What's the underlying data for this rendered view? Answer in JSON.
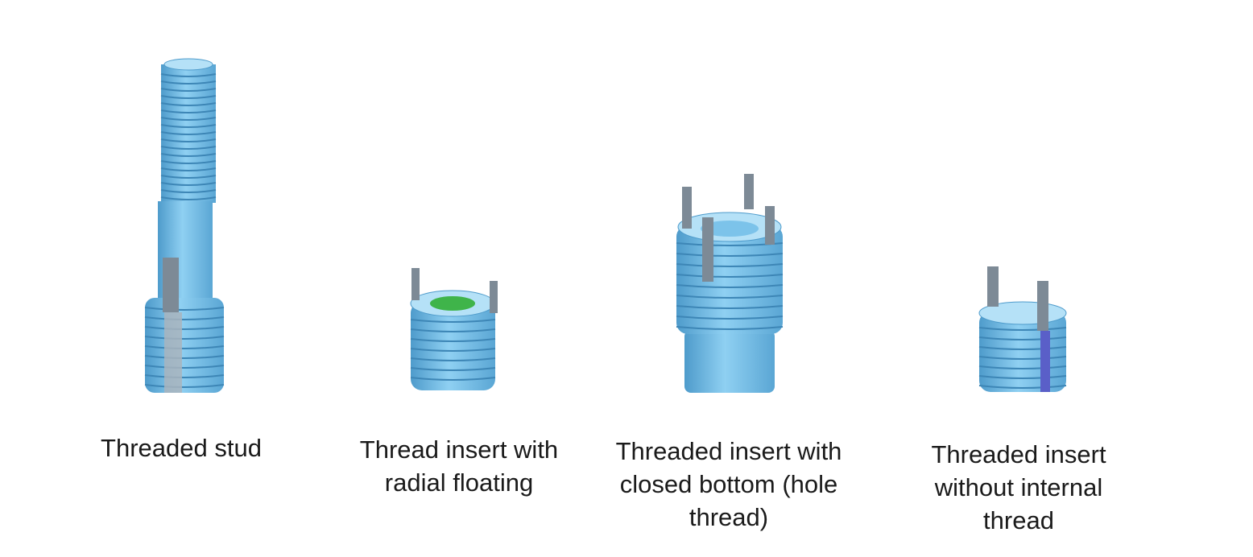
{
  "items": [
    {
      "caption": "Threaded stud",
      "icon": "threaded-stud-icon"
    },
    {
      "caption": "Thread insert with\nradial floating",
      "icon": "floating-thread-insert-icon"
    },
    {
      "caption": "Threaded insert with\nclosed bottom (hole\nthread)",
      "icon": "closed-bottom-insert-icon"
    },
    {
      "caption": "Threaded insert\nwithout internal\nthread",
      "icon": "solid-threaded-insert-icon"
    }
  ],
  "colors": {
    "part_body": "#7cc3ea",
    "part_dark": "#4e9bcb",
    "part_light": "#b5e1f7",
    "key": "#7d8a96",
    "key_light": "#a9b4bd",
    "inner_green": "#3fb44a",
    "inner_violet": "#5a5fc8",
    "caption_text": "#1a1a1a"
  }
}
